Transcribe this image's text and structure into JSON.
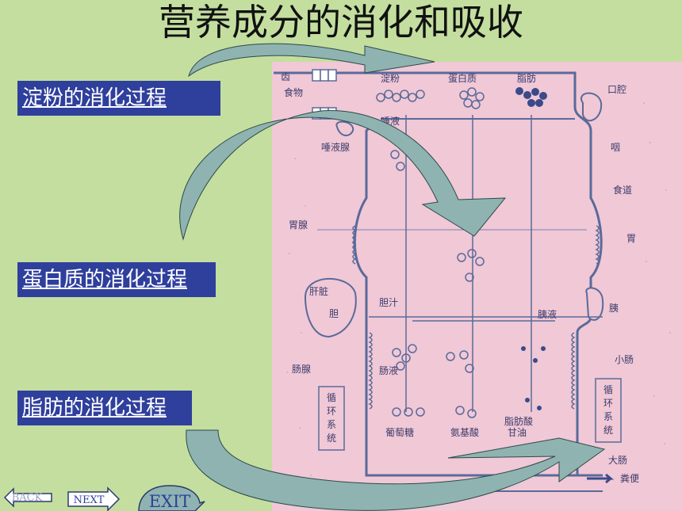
{
  "title": "营养成分的消化和吸收",
  "links": [
    "淀粉的消化过程",
    "蛋白质的消化过程",
    "脂肪的消化过程"
  ],
  "diagram": {
    "top_labels": [
      "齿",
      "食物",
      "淀粉",
      "蛋白质",
      "脂肪"
    ],
    "left_labels": [
      "唾液",
      "唾液腺",
      "胃腺",
      "肝脏",
      "胆",
      "胆汁",
      "肠腺",
      "肠液",
      "胰液"
    ],
    "right_labels": [
      "口腔",
      "咽",
      "食道",
      "胃",
      "胰",
      "小肠",
      "大肠",
      "粪便"
    ],
    "circulation_label": "循环系统",
    "products": [
      "葡萄糖",
      "氨基酸",
      "脂肪酸",
      "甘油"
    ]
  },
  "nav": {
    "back": "BACK",
    "next": "NEXT",
    "exit": "EXIT"
  },
  "colors": {
    "background": "#c4de9f",
    "panel": "#f0c8d6",
    "link_bg": "#2f3f9c",
    "arrow": "#8fb3b1"
  }
}
